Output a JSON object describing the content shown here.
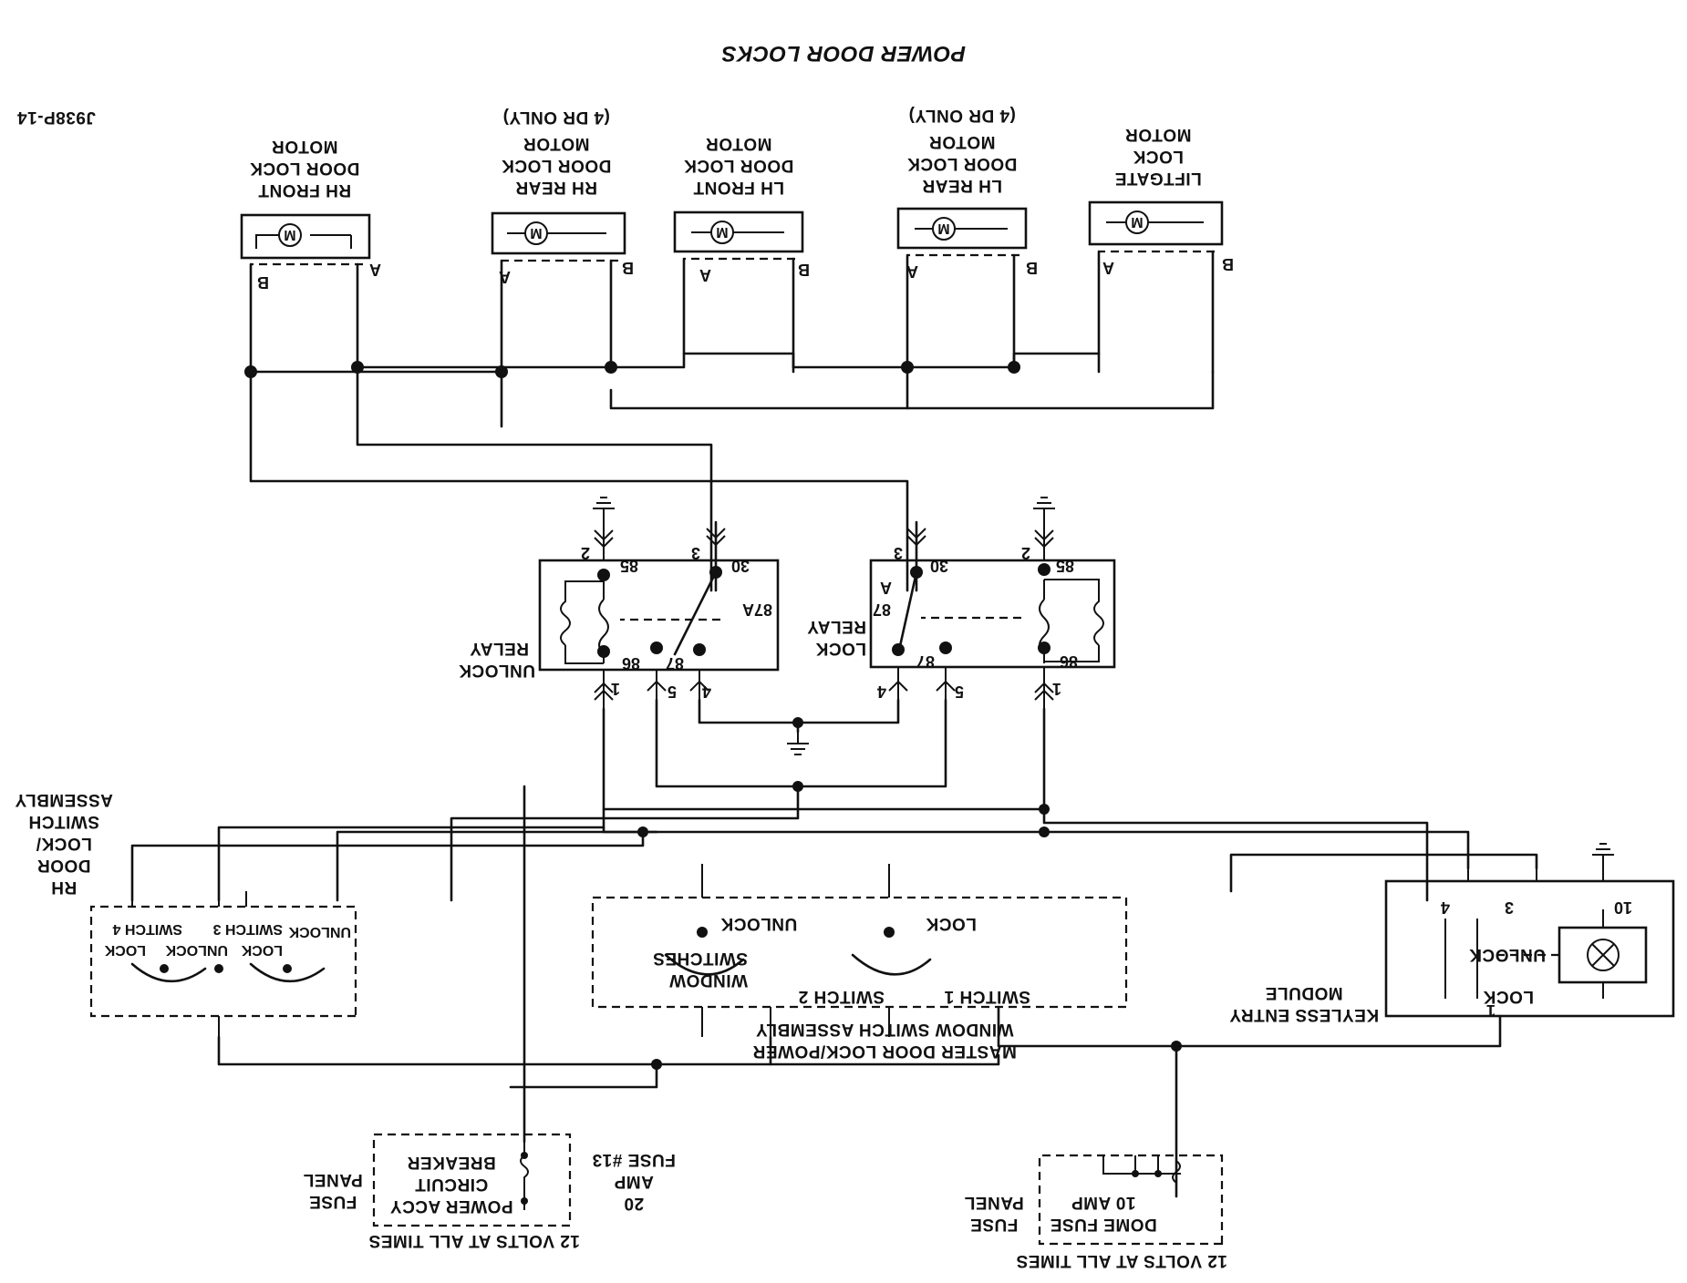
{
  "title": "POWER DOOR LOCKS",
  "figure_id": "J938P-14",
  "motors": {
    "rh_front": [
      "RH FRONT",
      "DOOR LOCK",
      "MOTOR"
    ],
    "rh_rear": [
      "RH REAR",
      "DOOR LOCK",
      "MOTOR",
      "(4 DR ONLY)"
    ],
    "lh_front": [
      "LH FRONT",
      "DOOR LOCK",
      "MOTOR"
    ],
    "lh_rear": [
      "LH REAR",
      "DOOR LOCK",
      "MOTOR",
      "(4 DR ONLY)"
    ],
    "liftgate": [
      "LIFTGATE",
      "LOCK",
      "MOTOR"
    ],
    "pin_a": "A",
    "pin_b": "B",
    "motor_symbol": "M"
  },
  "unlock_relay": {
    "label": [
      "UNLOCK",
      "RELAY"
    ],
    "terminals": [
      "85",
      "30",
      "87A",
      "86",
      "87"
    ],
    "pins": [
      "2",
      "3",
      "1",
      "5",
      "4"
    ]
  },
  "lock_relay": {
    "label": [
      "LOCK",
      "RELAY"
    ],
    "terminals": [
      "30",
      "85",
      "87",
      "A",
      "87",
      "86"
    ],
    "pins": [
      "3",
      "2",
      "4",
      "5",
      "1"
    ]
  },
  "rh_switch": {
    "label": [
      "RH",
      "DOOR",
      "LOCK/",
      "SWITCH",
      "ASSEMBLY"
    ],
    "inner": [
      "UNLOCK",
      "SWITCH 3",
      "SWITCH 4",
      "LOCK",
      "UNLOCK",
      "LOCK"
    ]
  },
  "master_switch": {
    "label": [
      "MASTER DOOR LOCK/POWER",
      "WINDOW SWITCH ASSEMBLY"
    ],
    "inner": [
      "UNLOCK",
      "LOCK",
      "WINDOW",
      "SWITCHES",
      "SWITCH 2",
      "SWITCH 1"
    ]
  },
  "keyless": {
    "label": [
      "KEYLESS ENTRY",
      "MODULE"
    ],
    "inner": [
      "UNLOCK",
      "LOCK"
    ],
    "pins": [
      "4",
      "3",
      "10",
      "1"
    ]
  },
  "fuse_left": {
    "box": [
      "POWER ACCY",
      "CIRCUIT",
      "BREAKER"
    ],
    "rating": [
      "20",
      "AMP",
      "FUSE #13"
    ],
    "panel": [
      "FUSE",
      "PANEL"
    ],
    "supply": "12 VOLTS AT ALL TIMES"
  },
  "fuse_right": {
    "box": [
      "DOME FUSE",
      "10 AMP"
    ],
    "panel": [
      "FUSE",
      "PANEL"
    ],
    "supply": "12 VOLTS AT ALL TIMES"
  }
}
